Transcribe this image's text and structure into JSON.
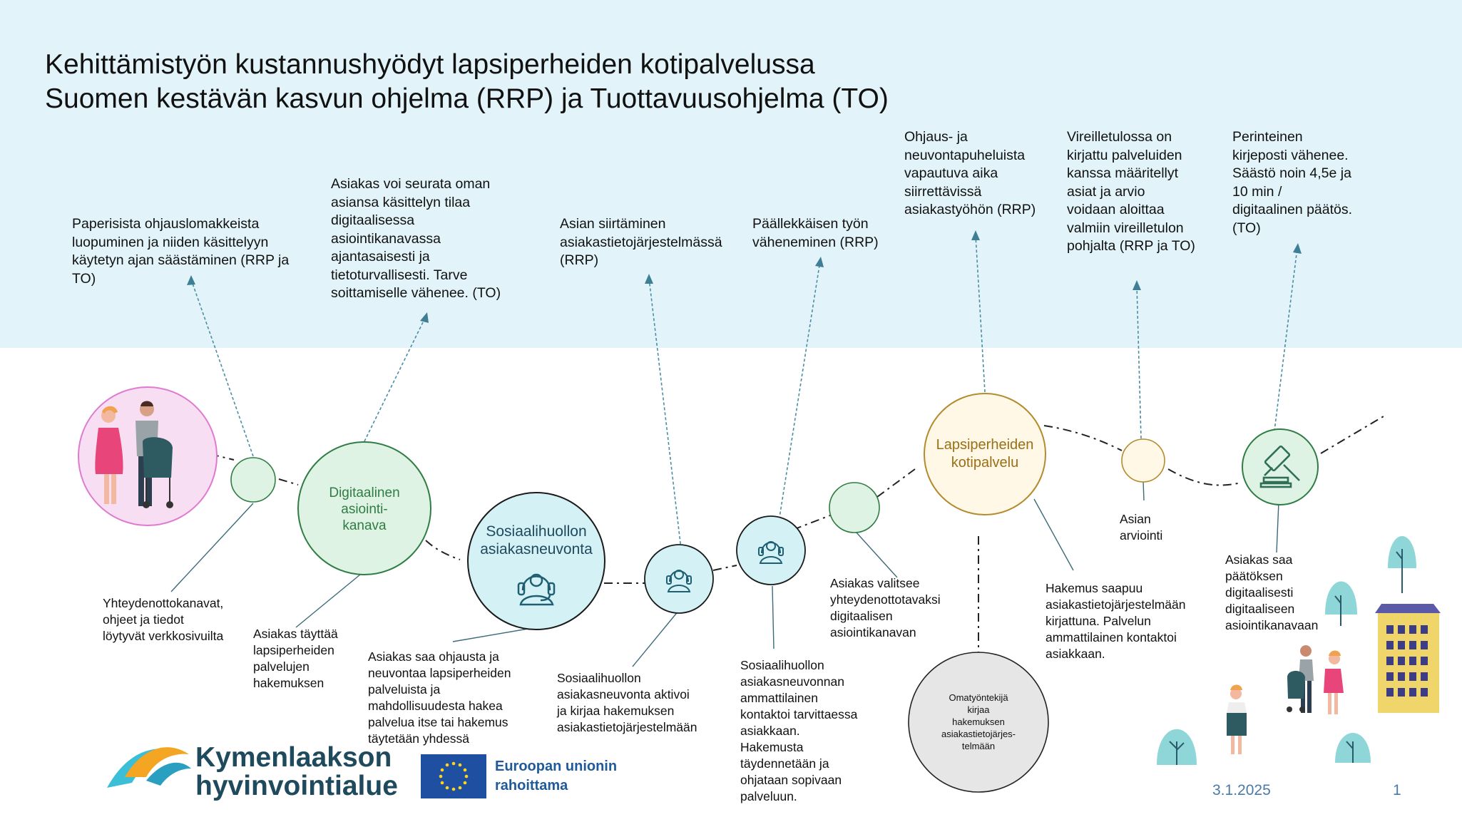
{
  "title": {
    "line1": "Kehittämistyön kustannushyödyt lapsiperheiden kotipalvelussa",
    "line2": "Suomen kestävän kasvun ohjelma (RRP) ja Tuottavuusohjelma (TO)"
  },
  "annotations": [
    "Paperisista ohjauslomakkeista\nluopuminen ja niiden käsittelyyn\nkäytetyn ajan säästäminen (RRP ja\nTO)",
    "Asiakas voi seurata oman\nasiansa käsittelyn tilaa\ndigitaalisessa\nasiointikanavassa\najantasaisesti ja\ntietoturvallisesti. Tarve\nsoittamiselle vähenee. (TO)",
    "Asian siirtäminen\nasiakastietojärjestelmässä\n(RRP)",
    "Päällekkäisen työn\nväheneminen (RRP)",
    "Ohjaus- ja\nneuvontapuheluista\nvapautuva aika\nsiirrettävissä\nasiakastyöhön (RRP)",
    "Vireilletulossa on\nkirjattu palveluiden\nkanssa määritellyt\nasiat ja arvio\nvoidaan aloittaa\nvalmiin vireilletulon\npohjalta (RRP ja TO)",
    "Perinteinen\nkirjeposti vähenee.\nSäästö noin 4,5e ja\n10 min /\ndigitaalinen päätös.\n(TO)"
  ],
  "nodes": {
    "digital_channel": "Digitaalinen\nasiointi-\nkanava",
    "social_counselling": "Sosiaalihuollon\nasiakasneuvonta",
    "home_service": "Lapsiperheiden\nkotipalvelu",
    "assessment": "Asian\narviointi",
    "worker": "Omatyöntekijä\nkirjaa\nhakemuksen\nasiakastietojärjes-\ntelmään"
  },
  "descriptions": [
    "Yhteydenottokanavat,\nohjeet ja tiedot\nlöytyvät verkkosivuilta",
    "Asiakas täyttää\nlapsiperheiden\npalvelujen\nhakemuksen",
    "Asiakas saa ohjausta ja\nneuvontaa lapsiperheiden\npalveluista ja\nmahdollisuudesta hakea\npalvelua itse tai hakemus\ntäytetään yhdessä",
    "Sosiaalihuollon\nasiakasneuvonta aktivoi\nja kirjaa hakemuksen\nasiakastietojärjestelmään",
    "Sosiaalihuollon\nasiakasneuvonnan\nammattilainen\nkontaktoi tarvittaessa\nasiakkaan.\nHakemusta\ntäydennetään ja\nohjataan sopivaan\npalveluun.",
    "Asiakas valitsee\nyhteydenottotavaksi\ndigitaalisen\nasiointikanavan",
    "Hakemus saapuu\nasiakastietojärjestelmään\nkirjattuna. Palvelun\nammattilainen kontaktoi\nasiakkaan.",
    "Asiakas saa\npäätöksen\ndigitaalisesti\ndigitaaliseen\nasiointikanavaan"
  ],
  "logos": {
    "kymenlaakso": "Kymenlaakson\nhyvinvointialue",
    "eu": "Euroopan unionin\nrahoittama"
  },
  "footer": {
    "date": "3.1.2025",
    "page": "1"
  },
  "icons": [
    "family-illustration",
    "headset-icon",
    "gavel-icon",
    "eu-flag",
    "apartment-building",
    "tree-icon"
  ],
  "colors": {
    "band": "#e2f4f9",
    "green_fill": "#dff3e4",
    "green_stroke": "#2f7d44",
    "teal_fill": "#d4f1f6",
    "yellow_fill": "#fff8e6",
    "yellow_stroke": "#b38b2e",
    "pink_fill": "#f7def3",
    "pink_stroke": "#e07ad0",
    "grey_fill": "#e6e6e6"
  }
}
